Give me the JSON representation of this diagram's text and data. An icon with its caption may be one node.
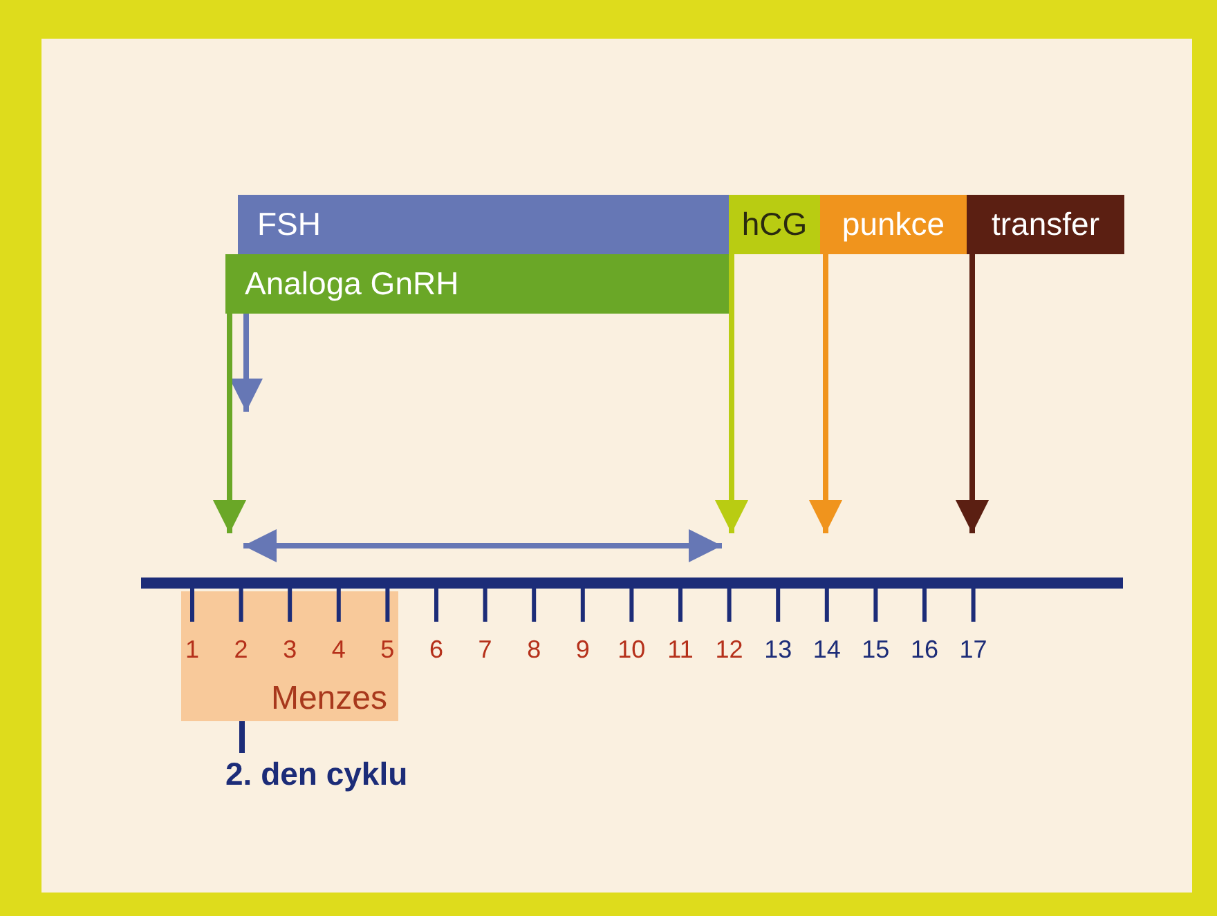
{
  "diagram": {
    "nodes": [
      {
        "text": [
          "FSH"
        ]
      },
      {
        "text": [
          "hCG"
        ]
      },
      {
        "text": [
          "punkce"
        ]
      },
      {
        "text": [
          "transfer"
        ]
      },
      {
        "text": [
          "Analoga GnRH"
        ]
      },
      {
        "text": [
          "Menzes"
        ]
      },
      {
        "text": [
          "2. den cyklu"
        ]
      }
    ],
    "edges": [
      {
        "from": 0,
        "to": null,
        "arrow": "to",
        "color": "#6677b5"
      },
      {
        "from": 4,
        "to": null,
        "arrow": "to",
        "color": "#6aa727"
      },
      {
        "from": 1,
        "to": null,
        "arrow": "to",
        "color": "#b9cc12"
      },
      {
        "from": 2,
        "to": null,
        "arrow": "to",
        "color": "#f0941d"
      },
      {
        "from": 3,
        "to": null,
        "arrow": "to",
        "color": "#5b1f12"
      },
      {
        "from": 6,
        "to": 5,
        "arrow": "none",
        "color": "#1c2c78"
      }
    ],
    "labels": [
      "1",
      "2",
      "3",
      "4",
      "5",
      "6",
      "7",
      "8",
      "9",
      "10",
      "11",
      "12",
      "13",
      "14",
      "15",
      "16",
      "17"
    ]
  }
}
